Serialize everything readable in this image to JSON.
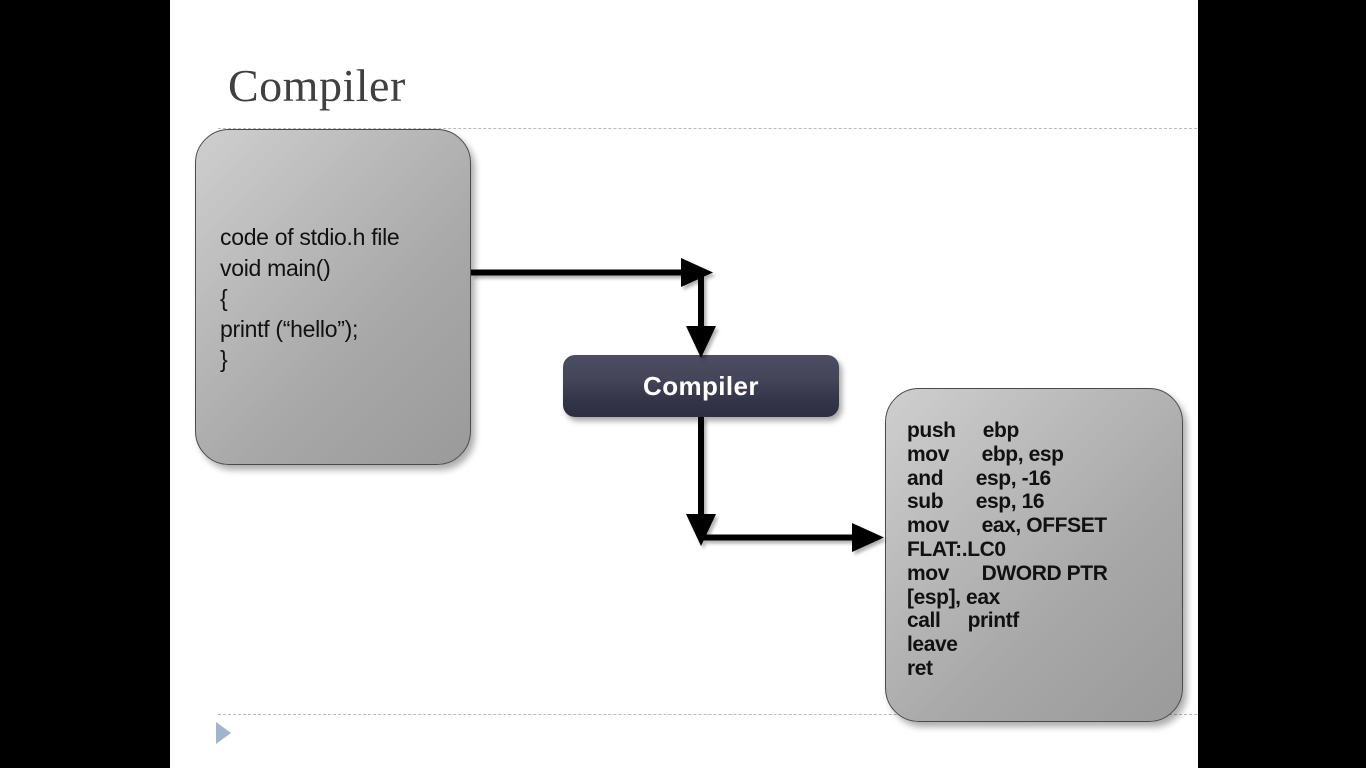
{
  "slide": {
    "title": "Compiler",
    "play_marker_icon": "play-triangle-icon"
  },
  "source_box": {
    "name": "source-code-box",
    "lines": [
      "code of stdio.h file",
      "void main()",
      "{",
      "printf (“hello”);",
      "}"
    ]
  },
  "compiler_node": {
    "label": "Compiler"
  },
  "assembly_box": {
    "name": "assembly-code-box",
    "lines": [
      "push     ebp",
      "mov      ebp, esp",
      "and      esp, -16",
      "sub      esp, 16",
      "mov      eax, OFFSET",
      "FLAT:.LC0",
      "mov      DWORD PTR",
      "[esp], eax",
      "call     printf",
      "leave",
      "ret"
    ]
  },
  "connectors": [
    {
      "name": "source-to-compiler-arrow",
      "from": "source-code-box",
      "to": "compiler-node"
    },
    {
      "name": "compiler-to-assembly-arrow",
      "from": "compiler-node",
      "to": "assembly-code-box"
    }
  ],
  "colors": {
    "title_text": "#404040",
    "box_fill_light": "#cfcfcf",
    "box_fill_dark": "#9a9a9a",
    "box_border": "#4a4a4a",
    "button_fill_top": "#4c4c62",
    "button_fill_bottom": "#2e2e40",
    "button_text": "#ffffff",
    "arrow": "#000000",
    "dash_rule": "#b9b9b9",
    "play_marker": "#9fb4cd",
    "letterbox": "#000000",
    "slide_background": "#ffffff"
  }
}
